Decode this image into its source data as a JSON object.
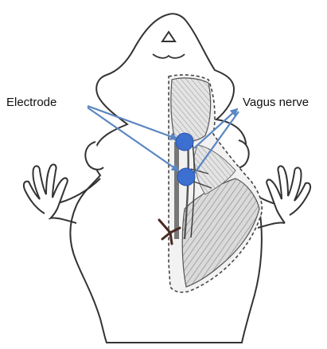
{
  "labels": {
    "electrode": "Electrode",
    "vagus_nerve": "Vagus nerve"
  },
  "colors": {
    "arrow": "#5b86c2",
    "electrode": "#3d6fd0",
    "outline": "#333333",
    "muscle": "#d6d6d6",
    "muscle_dark": "#9a9a9a",
    "background": "#ffffff"
  },
  "icons": {
    "electrode_marker": "filled-circle",
    "pointer": "arrow"
  }
}
